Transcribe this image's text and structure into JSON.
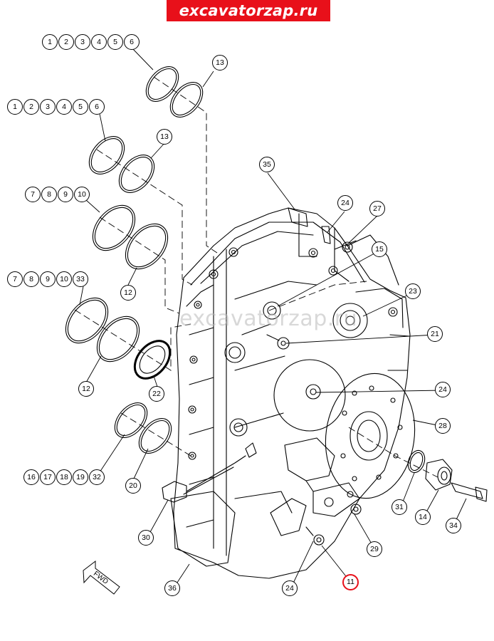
{
  "site_banner": "excavatorzap.ru",
  "watermark": "excavatorzap.ru",
  "fwd_label": "FWD",
  "highlight_color": "#e8101a",
  "callouts": [
    "1",
    "2",
    "3",
    "4",
    "5",
    "6",
    "13",
    "1",
    "2",
    "3",
    "4",
    "5",
    "6",
    "13",
    "35",
    "7",
    "8",
    "9",
    "10",
    "24",
    "27",
    "15",
    "23",
    "21",
    "24",
    "28",
    "12",
    "7",
    "8",
    "9",
    "10",
    "33",
    "12",
    "22",
    "20",
    "16",
    "17",
    "18",
    "19",
    "32",
    "31",
    "14",
    "34",
    "30",
    "29",
    "36",
    "24",
    "11"
  ],
  "highlighted_callout": "11"
}
